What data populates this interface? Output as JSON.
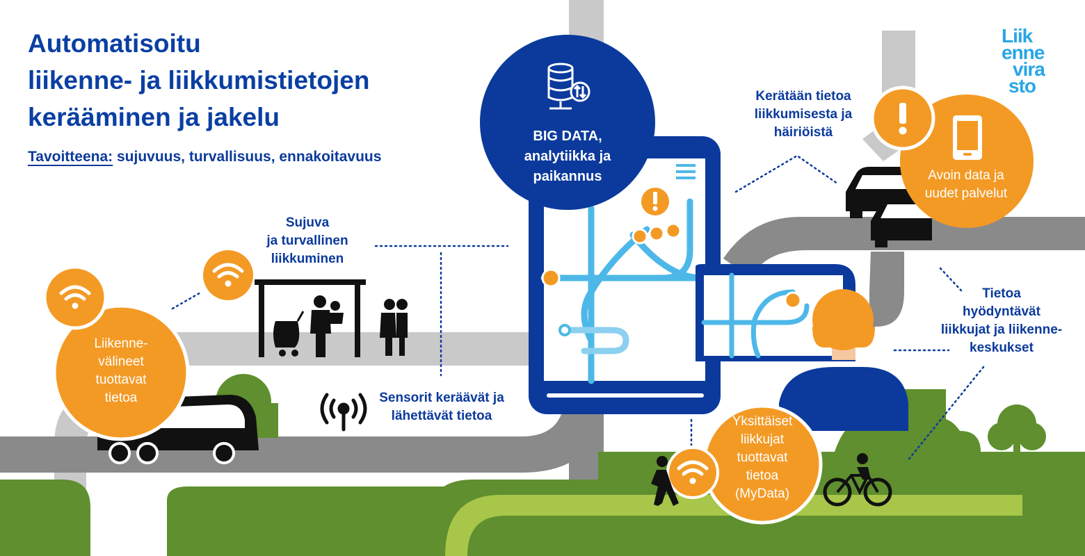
{
  "title": {
    "line1": "Automatisoitu",
    "line2": "liikenne- ja liikkumistietojen",
    "line3": "kerääminen ja jakelu"
  },
  "subtitle": {
    "prefix": "Tavoitteena:",
    "text": "sujuvuus, turvallisuus, ennakoitavuus"
  },
  "logo": {
    "line1": "Liik",
    "line2": "enne",
    "line3": "vira",
    "line4": "sto"
  },
  "labels": {
    "big_data": [
      "BIG DATA,",
      "analytiikka ja",
      "paikannus"
    ],
    "sujuva": [
      "Sujuva",
      "ja turvallinen",
      "liikkuminen"
    ],
    "liikennevalineet": [
      "Liikenne-",
      "välineet",
      "tuottavat",
      "tietoa"
    ],
    "sensorit": [
      "Sensorit keräävät ja",
      "lähettävät tietoa"
    ],
    "kerataan": [
      "Kerätään tietoa",
      "liikkumisesta ja",
      "häiriöistä"
    ],
    "avoin_data": [
      "Avoin data ja",
      "uudet palvelut"
    ],
    "tietoa_hyodyntavat": [
      "Tietoa",
      "hyödyntävät",
      "liikkujat ja liikenne-",
      "keskukset"
    ],
    "yksittaiset": [
      "Yksittäiset",
      "liikkujat",
      "tuottavat",
      "tietoa",
      "(MyData)"
    ]
  },
  "colors": {
    "navy": "#0b3a9c",
    "orange": "#f39a25",
    "light_blue": "#4db8e8",
    "road_gray": "#8b8b8b",
    "road_light": "#c7c7c7",
    "green": "#5f8f2e",
    "light_green": "#a8c64a",
    "black": "#111111"
  },
  "icons": [
    "database-icon",
    "warning-icon",
    "wifi-icon",
    "antenna-icon",
    "phone-icon",
    "car-icon",
    "bus-icon",
    "bicycle-icon",
    "pedestrian-icon",
    "tree-icon"
  ]
}
